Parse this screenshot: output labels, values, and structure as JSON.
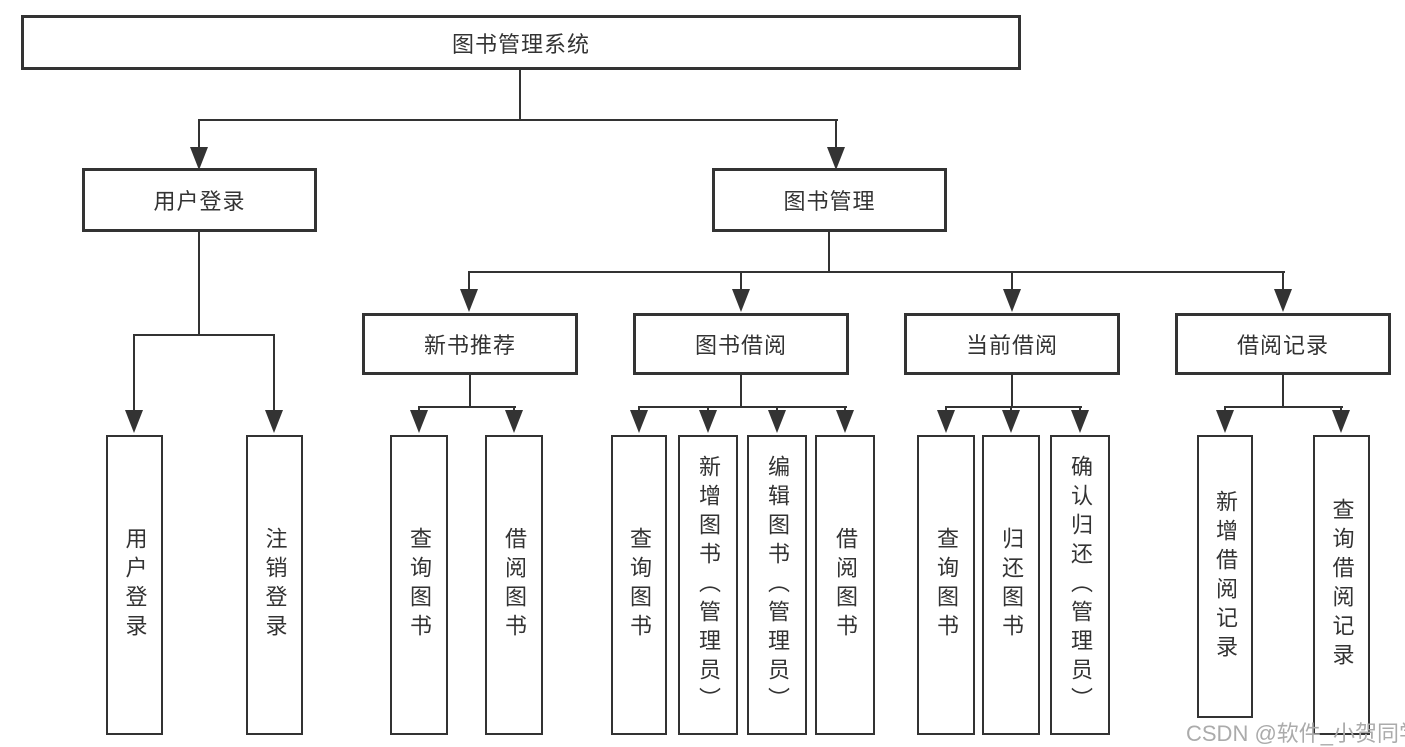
{
  "title": "图书管理系统",
  "watermark": "CSDN @软件_小贺同学",
  "colors": {
    "line": "#333333",
    "text": "#333333",
    "background": "#ffffff",
    "watermark": "#ababab"
  },
  "nodes": {
    "root": {
      "label": "图书管理系统"
    },
    "user_login": {
      "label": "用户登录"
    },
    "book_mgmt": {
      "label": "图书管理"
    },
    "new_book_rec": {
      "label": "新书推荐"
    },
    "book_borrow": {
      "label": "图书借阅"
    },
    "current_borrow": {
      "label": "当前借阅"
    },
    "borrow_records": {
      "label": "借阅记录"
    },
    "leaf_user_login": {
      "label": "用户登录"
    },
    "leaf_logout": {
      "label": "注销登录"
    },
    "leaf_query_books_1": {
      "label": "查询图书"
    },
    "leaf_borrow_books_1": {
      "label": "借阅图书"
    },
    "leaf_query_books_2": {
      "label": "查询图书"
    },
    "leaf_add_book": {
      "label": "新增图书（管理员）"
    },
    "leaf_edit_book": {
      "label": "编辑图书（管理员）"
    },
    "leaf_borrow_books_2": {
      "label": "借阅图书"
    },
    "leaf_query_books_3": {
      "label": "查询图书"
    },
    "leaf_return_book": {
      "label": "归还图书"
    },
    "leaf_confirm_return": {
      "label": "确认归还（管理员）"
    },
    "leaf_add_borrow_record": {
      "label": "新增借阅记录"
    },
    "leaf_query_borrow_record": {
      "label": "查询借阅记录"
    }
  },
  "hierarchy": {
    "label": "图书管理系统",
    "children": [
      {
        "label": "用户登录",
        "children": [
          {
            "label": "用户登录"
          },
          {
            "label": "注销登录"
          }
        ]
      },
      {
        "label": "图书管理",
        "children": [
          {
            "label": "新书推荐",
            "children": [
              {
                "label": "查询图书"
              },
              {
                "label": "借阅图书"
              }
            ]
          },
          {
            "label": "图书借阅",
            "children": [
              {
                "label": "查询图书"
              },
              {
                "label": "新增图书（管理员）"
              },
              {
                "label": "编辑图书（管理员）"
              },
              {
                "label": "借阅图书"
              }
            ]
          },
          {
            "label": "当前借阅",
            "children": [
              {
                "label": "查询图书"
              },
              {
                "label": "归还图书"
              },
              {
                "label": "确认归还（管理员）"
              }
            ]
          },
          {
            "label": "借阅记录",
            "children": [
              {
                "label": "新增借阅记录"
              },
              {
                "label": "查询借阅记录"
              }
            ]
          }
        ]
      }
    ]
  }
}
